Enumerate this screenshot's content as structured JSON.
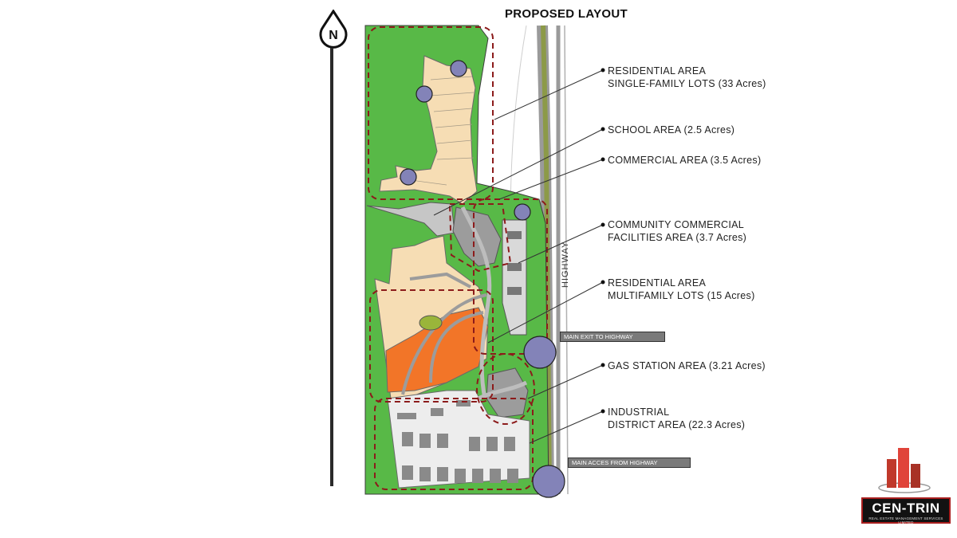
{
  "title": "PROPOSED LAYOUT",
  "compass": {
    "letter": "N"
  },
  "highway_label": "HIGHWAY",
  "areas": [
    {
      "line1": "RESIDENTIAL AREA",
      "line2": "SINGLE-FAMILY LOTS (33 Acres)"
    },
    {
      "line1": "SCHOOL AREA (2.5 Acres)",
      "line2": ""
    },
    {
      "line1": "COMMERCIAL AREA (3.5 Acres)",
      "line2": ""
    },
    {
      "line1": "COMMUNITY COMMERCIAL",
      "line2": "FACILITIES AREA (3.7 Acres)"
    },
    {
      "line1": "RESIDENTIAL AREA",
      "line2": "MULTIFAMILY LOTS (15 Acres)"
    },
    {
      "line1": "GAS STATION AREA (3.21 Acres)",
      "line2": ""
    },
    {
      "line1": "INDUSTRIAL",
      "line2": "DISTRICT AREA (22.3 Acres)"
    }
  ],
  "access_tags": {
    "exit": "MAIN EXIT TO HIGHWAY",
    "access": "MAIN ACCES FROM HIGHWAY"
  },
  "logo": {
    "name": "CEN-TRIN",
    "subtitle": "REAL ESTATE MANAGEMENT SERVICES LIMITED"
  },
  "colors": {
    "green_space": "#58b947",
    "residential": "#f6ddb4",
    "multifamily": "#f27528",
    "industrial": "#ededed",
    "zone_outline": "#8c1b1b",
    "marker": "#8383b8",
    "highway": "#8c9a48"
  }
}
